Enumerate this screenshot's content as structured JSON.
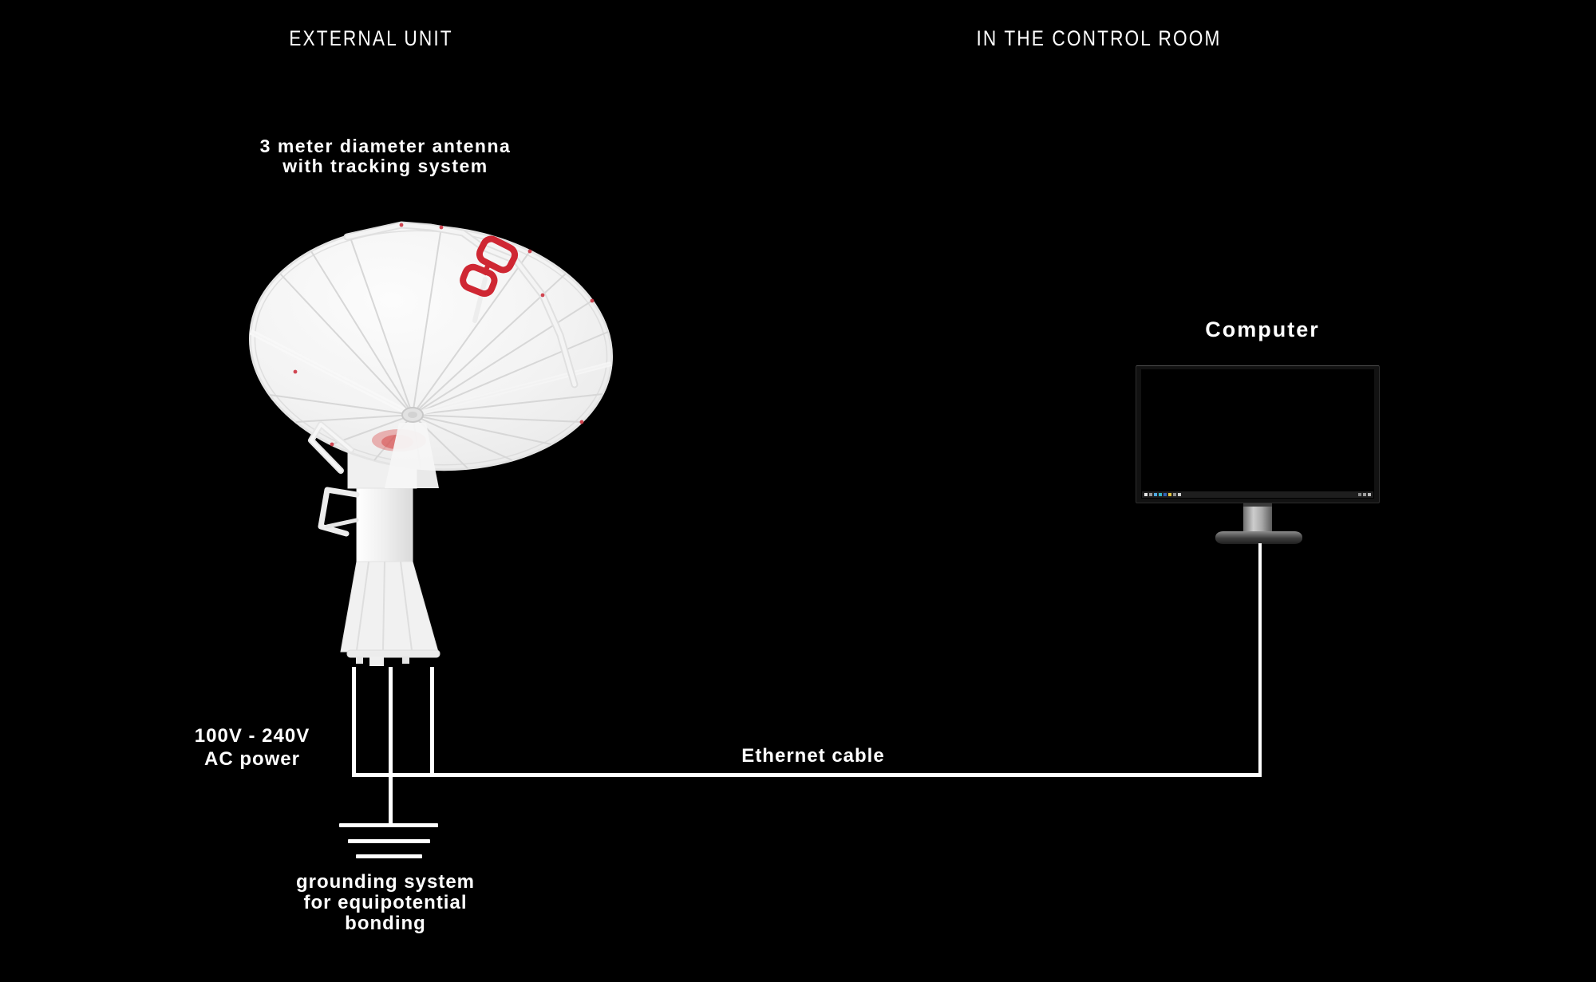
{
  "headers": {
    "external": "EXTERNAL UNIT",
    "control_room": "IN THE CONTROL ROOM"
  },
  "antenna": {
    "label_line1": "3 meter diameter antenna",
    "label_line2": "with tracking system"
  },
  "computer": {
    "label": "Computer"
  },
  "connections": {
    "power": {
      "label_line1": "100V - 240V",
      "label_line2": "AC power"
    },
    "ethernet": {
      "label": "Ethernet cable"
    },
    "grounding": {
      "label_line1": "grounding system",
      "label_line2": "for equipotential",
      "label_line3": "bonding"
    }
  },
  "taskbar": {
    "left_icon_colors": [
      "#e6e6e6",
      "#9a9a9a",
      "#4fa8e0",
      "#37b9c6",
      "#2f62b5",
      "#e4c43f",
      "#8f8f8f",
      "#cdcdcd"
    ],
    "tray_icon_colors": [
      "#8a8a8a",
      "#9d9d9d",
      "#b9b9b9"
    ]
  },
  "colors": {
    "background": "#000000",
    "text": "#ffffff",
    "accent_red": "#cf2733",
    "dish_white": "#f2f2f2",
    "cable_white": "#ffffff",
    "monitor_bezel": "#121212",
    "stand_silver": "#b5b5b5"
  }
}
